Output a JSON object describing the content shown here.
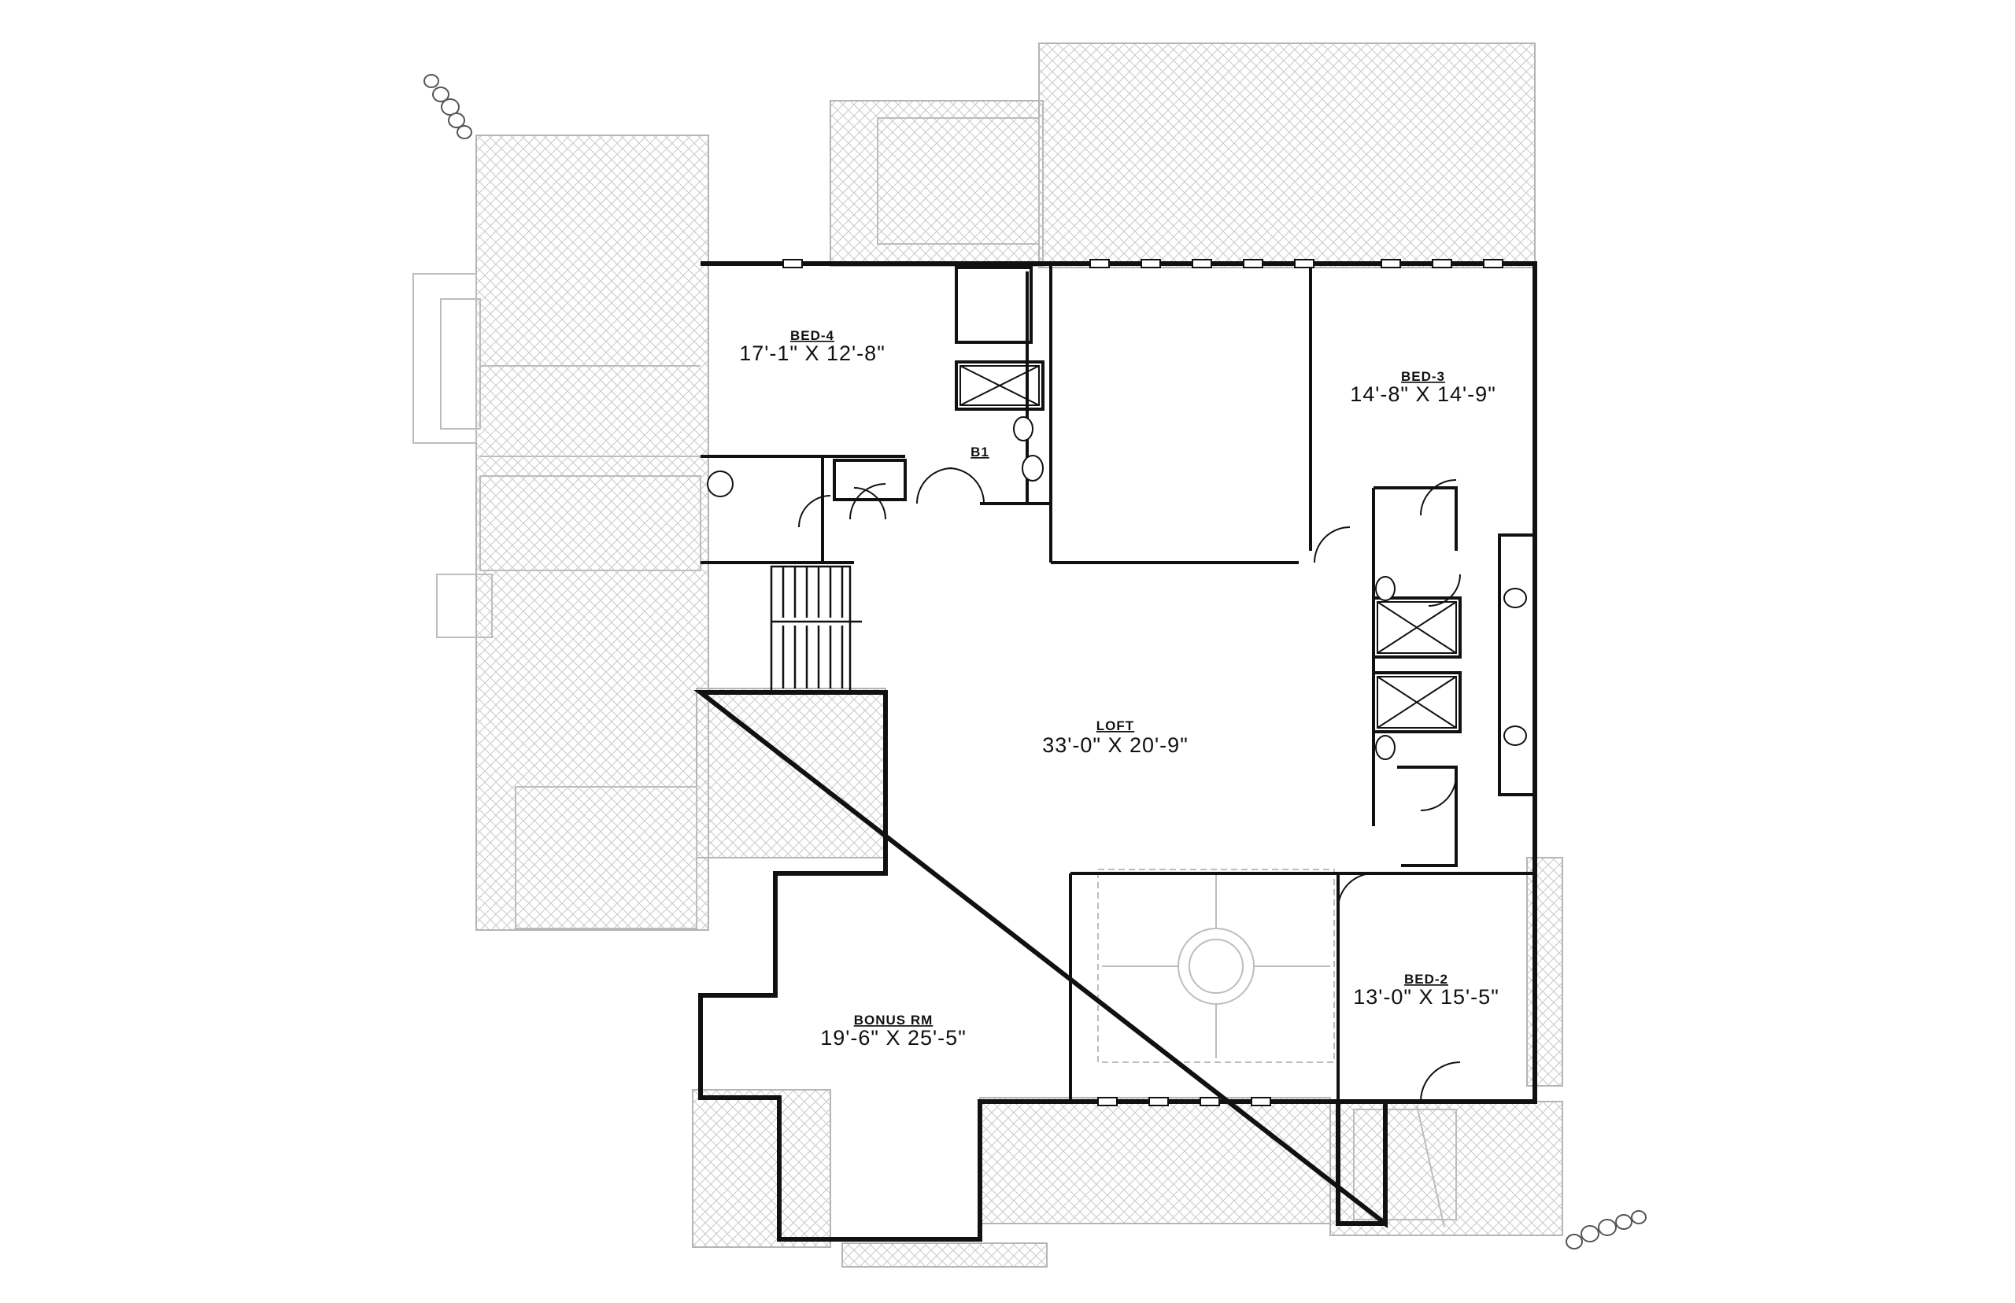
{
  "rooms": {
    "bed4": {
      "name": "BED-4",
      "dims": "17'-1\" X 12'-8\""
    },
    "bed3": {
      "name": "BED-3",
      "dims": "14'-8\" X 14'-9\""
    },
    "loft": {
      "name": "LOFT",
      "dims": "33'-0\" X 20'-9\""
    },
    "bonus": {
      "name": "BONUS RM",
      "dims": "19'-6\" X 25'-5\""
    },
    "bed2": {
      "name": "BED-2",
      "dims": "13'-0\" X 15'-5\""
    },
    "bath1": {
      "name": "B1"
    }
  },
  "colors": {
    "wall": "#111111",
    "roof_hatch": "#c4c4c4",
    "ghost_line": "#bdbdbd"
  }
}
